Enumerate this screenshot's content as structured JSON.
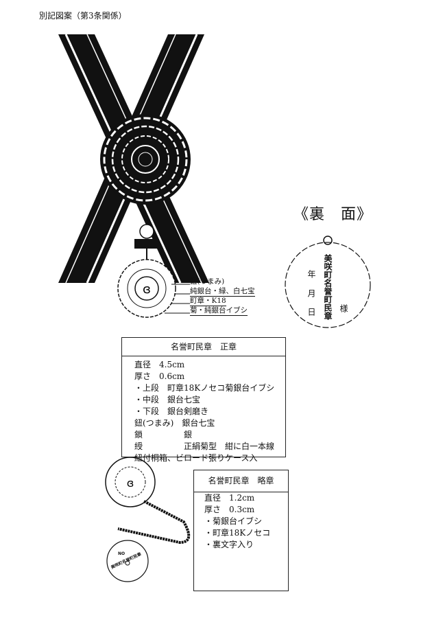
{
  "caption": "別記図案（第3条関係）",
  "front_labels": [
    "鈕(つまみ)",
    "純銀台・緑、白七宝",
    "町章・K18",
    "菊・純銀台イブシ"
  ],
  "back": {
    "title": "《裏　面》",
    "inscription": "美咲町名誉町民章",
    "date_year": "年",
    "date_month": "月",
    "date_day": "日",
    "honorific": "様"
  },
  "main_spec": {
    "title": "名誉町民章　正章",
    "lines": [
      "直径　4.5cm",
      "厚さ　0.6cm",
      "・上段　町章18Kノセコ菊銀台イブシ",
      "・中段　銀台七宝",
      "・下段　銀台剣磨き",
      "鈕(つまみ)　銀台七宝",
      "鎖　　　　　銀",
      "綬　　　　　正絹菊型　紺に白一本線",
      "紐付桐箱、ビロード張りケース入"
    ]
  },
  "mini_spec": {
    "title": "名誉町民章　略章",
    "lines": [
      "直径　1.2cm",
      "厚さ　0.3cm",
      "・菊銀台イブシ",
      "・町章18Kノセコ",
      "・裏文字入り"
    ]
  },
  "mini_back": {
    "number": "NO",
    "inscription": "美咲町名誉町民章"
  }
}
